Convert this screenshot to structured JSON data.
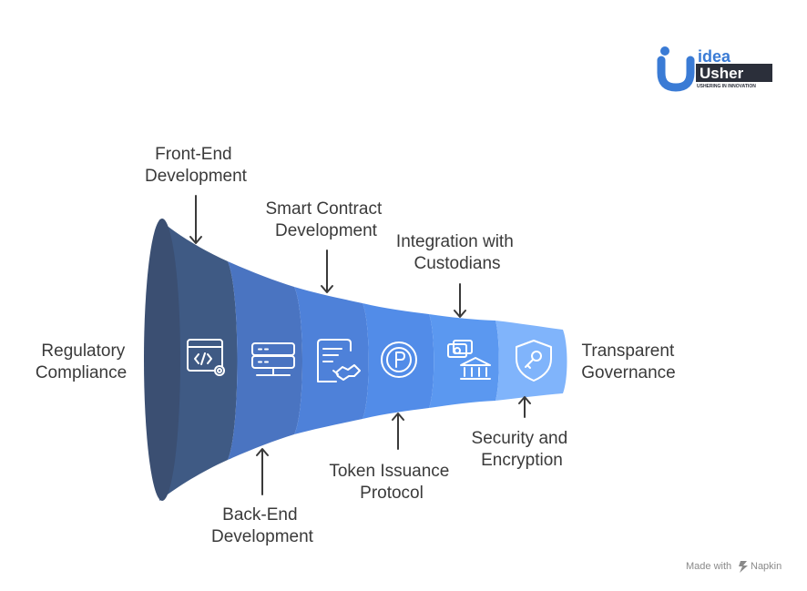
{
  "brand": {
    "logo_top": "idea",
    "logo_bottom": "Usher",
    "tagline": "USHERING IN INNOVATION"
  },
  "stages": [
    {
      "label": [
        "Regulatory",
        "Compliance"
      ],
      "icon": "code-settings-icon",
      "color": "#3f5a84"
    },
    {
      "label": [
        "Front-End",
        "Development"
      ],
      "icon": "server-icon",
      "color": "#4a74c1"
    },
    {
      "label": [
        "Back-End",
        "Development"
      ],
      "icon": "contract-handshake-icon",
      "color": "#4e81d9"
    },
    {
      "label": [
        "Smart Contract",
        "Development"
      ],
      "icon": "token-p-icon",
      "color": "#528ce8"
    },
    {
      "label": [
        "Token Issuance",
        "Protocol"
      ],
      "icon": "money-bank-icon",
      "color": "#5b98f0"
    },
    {
      "label": [
        "Integration with",
        "Custodians"
      ],
      "icon": "shield-key-icon",
      "color": "#80b4fb"
    },
    {
      "label": [
        "Security and",
        "Encryption"
      ]
    },
    {
      "label": [
        "Transparent",
        "Governance"
      ]
    }
  ],
  "colors": {
    "text": "#3a3a3a",
    "funnel_mouth": "#3b4f72",
    "logo_blue": "#3a7bd5",
    "logo_dark": "#2b2f3a"
  },
  "watermark": {
    "prefix": "Made with",
    "brand": "Napkin"
  }
}
